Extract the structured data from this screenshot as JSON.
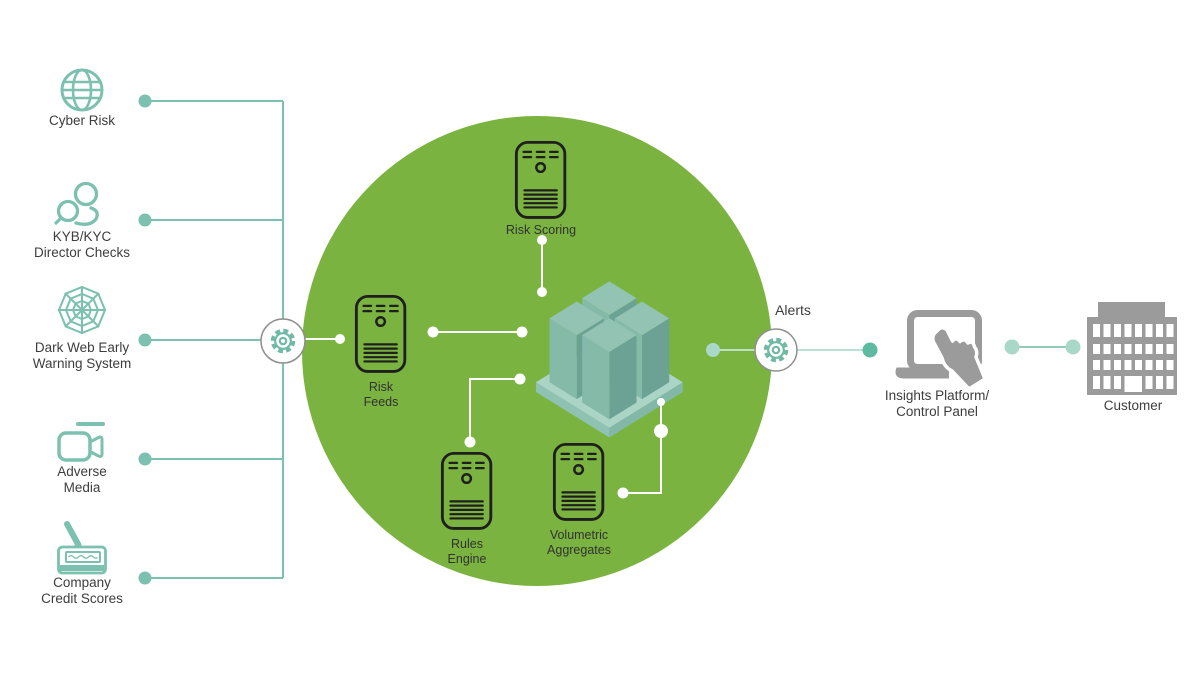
{
  "sources": [
    {
      "id": "cyber-risk",
      "icon": "globe-icon",
      "lines": [
        "Cyber Risk",
        ""
      ]
    },
    {
      "id": "kyb-kyc",
      "icon": "person-search-icon",
      "lines": [
        "KYB/KYC",
        "Director Checks"
      ]
    },
    {
      "id": "dark-web",
      "icon": "spider-web-icon",
      "lines": [
        "Dark Web Early",
        "Warning System"
      ]
    },
    {
      "id": "adverse-media",
      "icon": "video-camera-icon",
      "lines": [
        "Adverse",
        "Media"
      ]
    },
    {
      "id": "company-credit-scores",
      "icon": "credit-card-pen-icon",
      "lines": [
        "Company",
        "Credit Scores"
      ]
    }
  ],
  "engine": {
    "core_icon": "isometric-cube-cluster",
    "nodes": [
      {
        "id": "risk-scoring",
        "icon": "server-icon",
        "lines": [
          "Risk Scoring",
          ""
        ]
      },
      {
        "id": "risk-feeds",
        "icon": "server-icon",
        "lines": [
          "Risk",
          "Feeds"
        ]
      },
      {
        "id": "rules-engine",
        "icon": "server-icon",
        "lines": [
          "Rules",
          "Engine"
        ]
      },
      {
        "id": "volumetric-aggregates",
        "icon": "server-icon",
        "lines": [
          "Volumetric",
          "Aggregates"
        ]
      }
    ]
  },
  "outputs": {
    "alerts_label": "Alerts",
    "insights": {
      "icon": "laptop-pointer-icon",
      "lines": [
        "Insights Platform/",
        "Control Panel"
      ]
    },
    "customer": {
      "icon": "building-icon",
      "lines": [
        "Customer",
        ""
      ]
    }
  },
  "palette": {
    "green_circle": "#7ab33f",
    "teal_line": "#7cc0af",
    "teal_icon": "#6fb9a5",
    "teal_dot_light": "#a9d8c9",
    "teal_dot_dark": "#5eb9a1",
    "white_line": "#ffffff",
    "gray_icon": "#9b9b9b",
    "server_outline": "#1f1f1f",
    "text": "#3d3d3d",
    "cube_top": "#93c3b2",
    "cube_left": "#85baa9",
    "cube_right": "#6ca293",
    "platform_top": "#a9d4c6"
  }
}
